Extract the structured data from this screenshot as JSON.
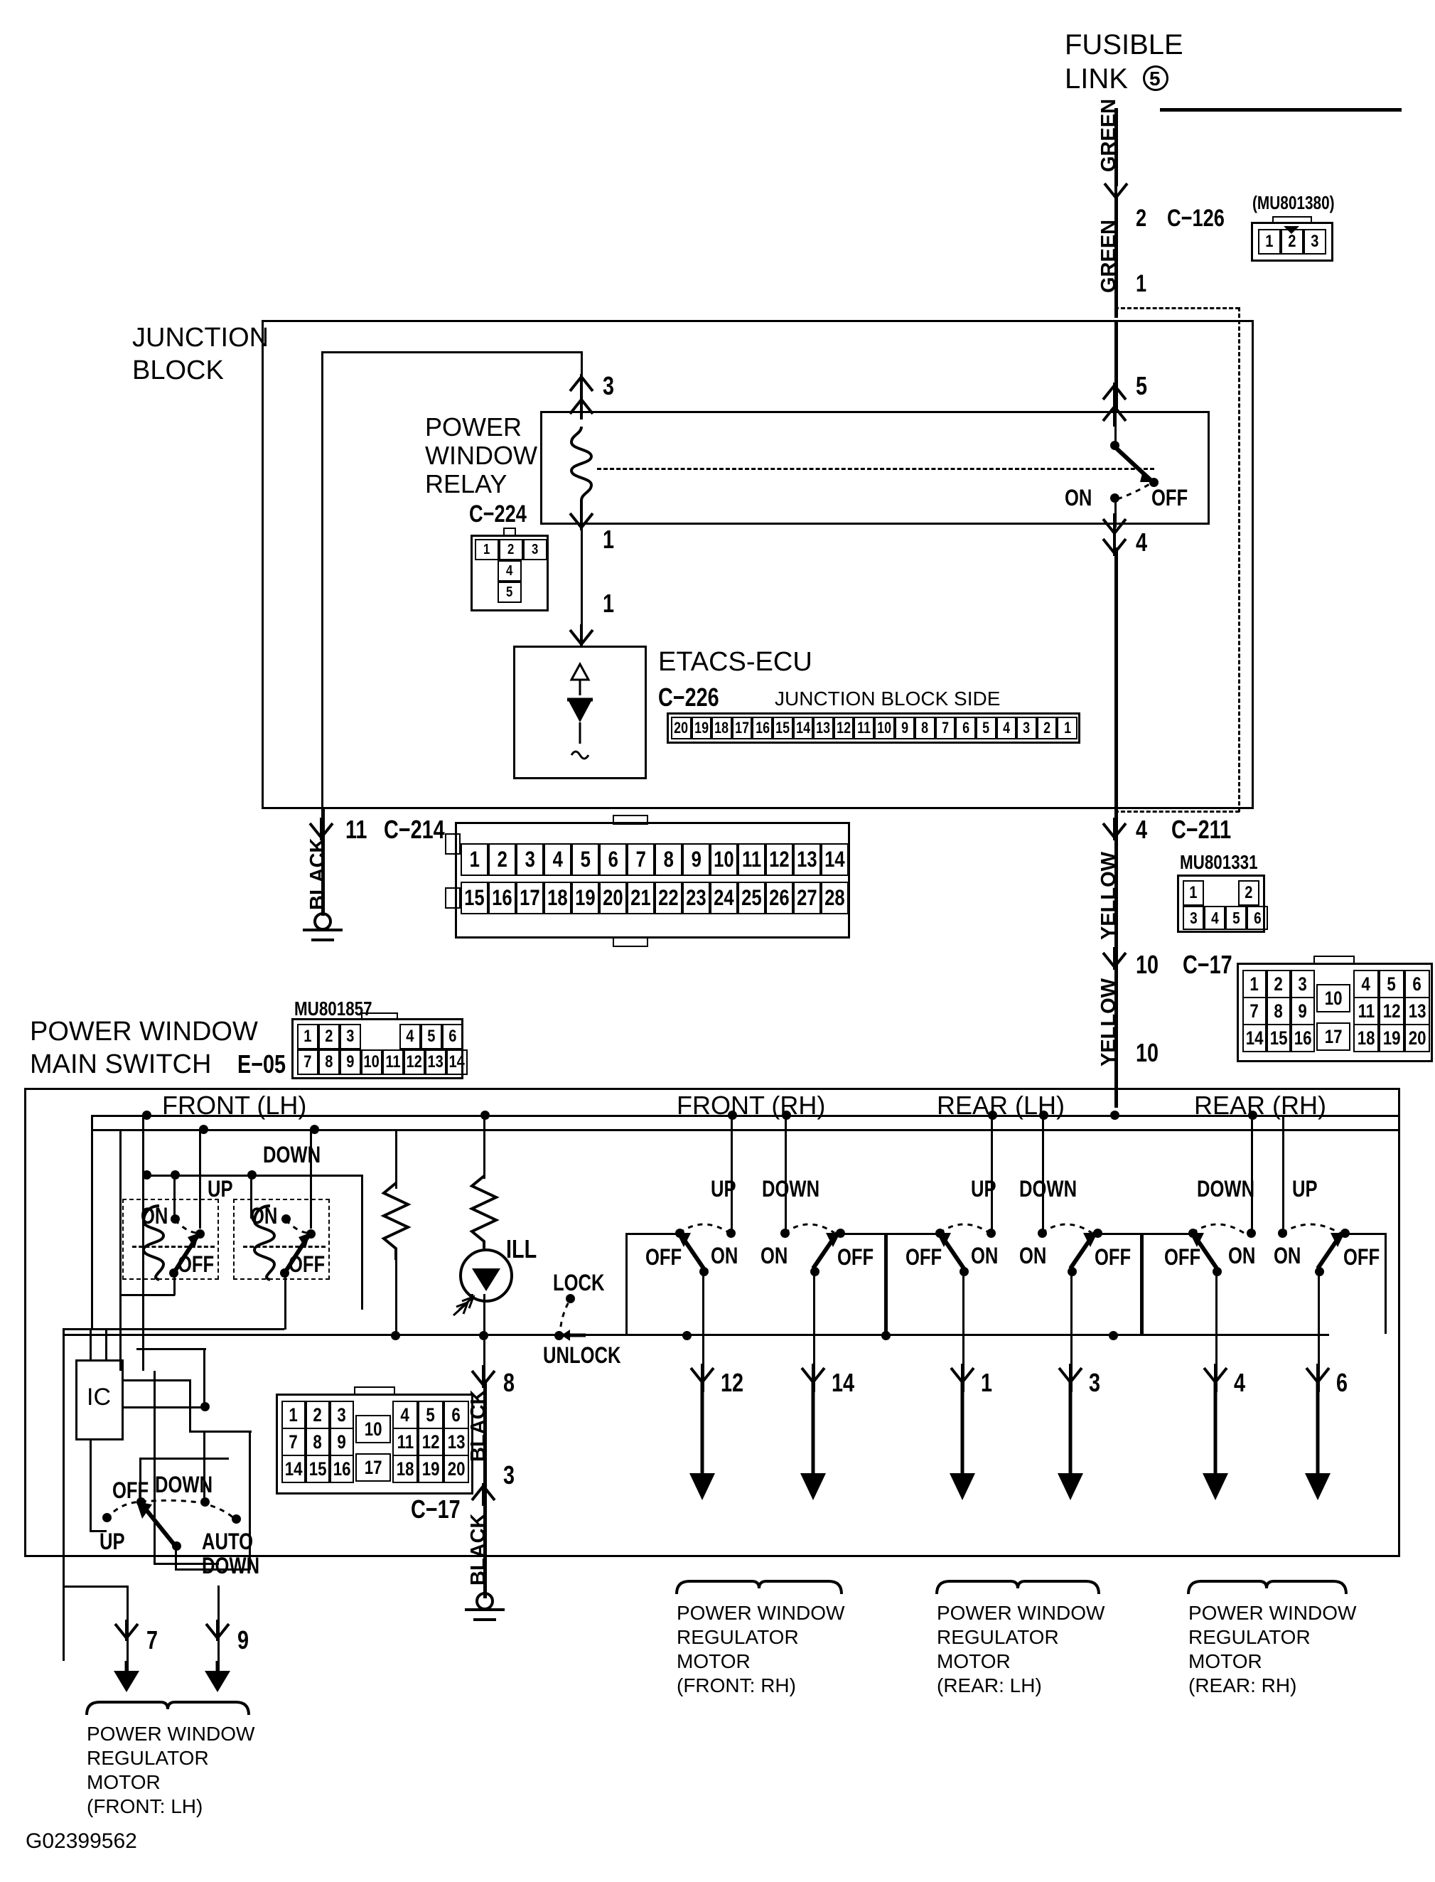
{
  "diagram": {
    "id_code": "G02399562",
    "title_blocks": {
      "fusible_link": "FUSIBLE",
      "fusible_link2": "LINK",
      "fusible_link_num": "5",
      "junction_block_l1": "JUNCTION",
      "junction_block_l2": "BLOCK",
      "power_window_relay_l1": "POWER",
      "power_window_relay_l2": "WINDOW",
      "power_window_relay_l3": "RELAY",
      "etacs_ecu": "ETACS-ECU",
      "junction_block_side": "JUNCTION BLOCK SIDE",
      "main_switch_l1": "POWER WINDOW",
      "main_switch_l2": "MAIN SWITCH"
    },
    "connector_ids": {
      "c126": "C−126",
      "c224": "C−224",
      "c226": "C−226",
      "c214": "C−214",
      "c211": "C−211",
      "c17_upper": "C−17",
      "c17_lower": "C−17",
      "e05": "E−05"
    },
    "part_numbers": {
      "mu801380": "(MU801380)",
      "mu801331": "MU801331",
      "mu801857": "MU801857"
    },
    "wire_colors": {
      "green_top": "GREEN",
      "green_lower": "GREEN",
      "black_c214": "BLACK",
      "yellow_c211": "YELLOW",
      "yellow_c17": "YELLOW",
      "black_pin8": "BLACK",
      "black_ground": "BLACK"
    },
    "pin_callouts": {
      "c126_pin_top": "2",
      "c126_pin_bottom": "1",
      "relay_pin_3": "3",
      "relay_pin_5": "5",
      "relay_pin_1": "1",
      "relay_pin_4": "4",
      "etacs_in": "1",
      "c214_pin": "11",
      "c211_pin": "4",
      "c17_pin_upper": "10",
      "c17_pin_lower": "10",
      "black_8": "8",
      "black_3": "3",
      "motor_flh_a": "7",
      "motor_flh_b": "9",
      "motor_frh_a": "12",
      "motor_frh_b": "14",
      "motor_rlh_a": "1",
      "motor_rlh_b": "3",
      "motor_rrh_a": "4",
      "motor_rrh_b": "6"
    },
    "relay_states": {
      "on": "ON",
      "off": "OFF"
    },
    "switch_groups": [
      {
        "name": "FRONT (LH)",
        "left_label": "UP",
        "right_label": "DOWN",
        "left_state": "ON",
        "left_off": "OFF",
        "right_state": "ON",
        "right_off": "OFF"
      },
      {
        "name": "FRONT (RH)",
        "left_label": "UP",
        "right_label": "DOWN",
        "left_on": "ON",
        "left_off": "OFF",
        "right_on": "ON",
        "right_off": "OFF"
      },
      {
        "name": "REAR (LH)",
        "left_label": "UP",
        "right_label": "DOWN",
        "left_on": "ON",
        "left_off": "OFF",
        "right_on": "ON",
        "right_off": "OFF"
      },
      {
        "name": "REAR (RH)",
        "left_label": "DOWN",
        "right_label": "UP",
        "left_on": "ON",
        "left_off": "OFF",
        "right_on": "ON",
        "right_off": "OFF"
      }
    ],
    "ill_label": "ILL",
    "ic_label": "IC",
    "lock_label": "LOCK",
    "unlock_label": "UNLOCK",
    "auto_switch": {
      "off": "OFF",
      "down": "DOWN",
      "up": "UP",
      "auto": "AUTO",
      "auto2": "DOWN"
    },
    "motors": [
      {
        "l1": "POWER WINDOW",
        "l2": "REGULATOR",
        "l3": "MOTOR",
        "l4": "(FRONT: LH)"
      },
      {
        "l1": "POWER WINDOW",
        "l2": "REGULATOR",
        "l3": "MOTOR",
        "l4": "(FRONT: RH)"
      },
      {
        "l1": "POWER WINDOW",
        "l2": "REGULATOR",
        "l3": "MOTOR",
        "l4": "(REAR: LH)"
      },
      {
        "l1": "POWER WINDOW",
        "l2": "REGULATOR",
        "l3": "MOTOR",
        "l4": "(REAR: RH)"
      }
    ],
    "connector_pins": {
      "mu801380_row": [
        "1",
        "2",
        "3"
      ],
      "c224_top": [
        "1",
        "2",
        "3"
      ],
      "c224_mid": [
        "4"
      ],
      "c224_bot": [
        "5"
      ],
      "c226_row": [
        "20",
        "19",
        "18",
        "17",
        "16",
        "15",
        "14",
        "13",
        "12",
        "11",
        "10",
        "9",
        "8",
        "7",
        "6",
        "5",
        "4",
        "3",
        "2",
        "1"
      ],
      "c214_row1": [
        "1",
        "2",
        "3",
        "4",
        "5",
        "6",
        "7",
        "8",
        "9",
        "10",
        "11",
        "12",
        "13",
        "14"
      ],
      "c214_row2": [
        "15",
        "16",
        "17",
        "18",
        "19",
        "20",
        "21",
        "22",
        "23",
        "24",
        "25",
        "26",
        "27",
        "28"
      ],
      "mu801331_row1": [
        "1",
        "",
        "2"
      ],
      "mu801331_row2": [
        "3",
        "4",
        "5",
        "6"
      ],
      "c17_row1": [
        "1",
        "2",
        "3",
        "4",
        "5",
        "6"
      ],
      "c17_row2": [
        "7",
        "8",
        "9",
        "11",
        "12",
        "13"
      ],
      "c17_row3": [
        "14",
        "15",
        "16",
        "18",
        "19",
        "20"
      ],
      "c17_center": [
        "10",
        "17"
      ],
      "mu801857_row1": [
        "1",
        "2",
        "3",
        "4",
        "5",
        "6"
      ],
      "mu801857_row2": [
        "7",
        "8",
        "9",
        "10",
        "11",
        "12",
        "13",
        "14"
      ]
    },
    "colors": {
      "ink": "#000000",
      "paper": "#ffffff"
    }
  }
}
